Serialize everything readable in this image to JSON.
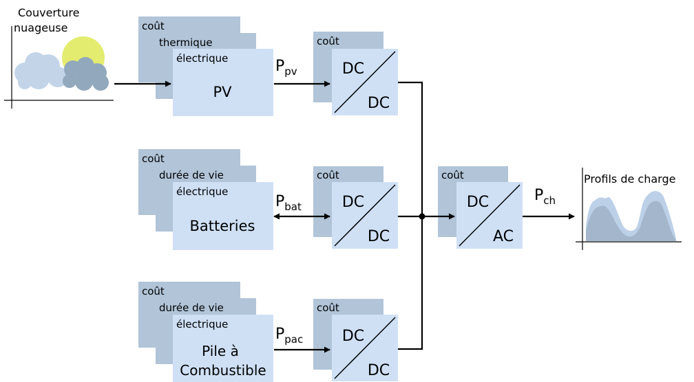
{
  "cloud": {
    "title_line1": "Couverture",
    "title_line2": "nuageuse"
  },
  "load": {
    "title": "Profils de charge"
  },
  "sources": [
    {
      "back_label": "coût",
      "mid_label": "thermique",
      "front_label": "électrique",
      "name_line1": "PV",
      "name_line2": "",
      "flow_main": "P",
      "flow_sub": "pv"
    },
    {
      "back_label": "coût",
      "mid_label": "durée de vie",
      "front_label": "électrique",
      "name_line1": "Batteries",
      "name_line2": "",
      "flow_main": "P",
      "flow_sub": "bat"
    },
    {
      "back_label": "coût",
      "mid_label": "durée de vie",
      "front_label": "électrique",
      "name_line1": "Pile à",
      "name_line2": "Combustible",
      "flow_main": "P",
      "flow_sub": "pac"
    }
  ],
  "converters": [
    {
      "cost_label": "coût",
      "top": "DC",
      "bottom": "DC"
    },
    {
      "cost_label": "coût",
      "top": "DC",
      "bottom": "DC"
    },
    {
      "cost_label": "coût",
      "top": "DC",
      "bottom": "DC"
    },
    {
      "cost_label": "coût",
      "top": "DC",
      "bottom": "AC"
    }
  ],
  "output_flow": {
    "main": "P",
    "sub": "ch"
  },
  "colors": {
    "back_card": "#b1c4d8",
    "front_card": "#cfe0f5",
    "sun": "#e3ec6e",
    "cloud_light": "#c3d4e8",
    "cloud_dark": "#92a8bd",
    "load_dark": "#a3b6cc",
    "load_light": "#bcd0e8"
  }
}
